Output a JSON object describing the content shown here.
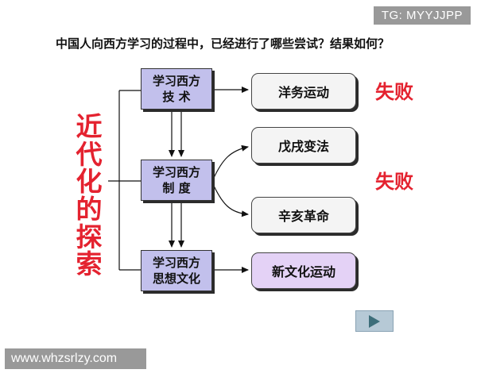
{
  "header": {
    "question": "中国人向西方学习的过程中，已经进行了哪些尝试？结果如何？"
  },
  "overlays": {
    "tg_badge": "TG: MYYJJPP",
    "watermark": "www.whzsrlzy.com"
  },
  "diagram": {
    "title_chars": [
      "近",
      "代",
      "化",
      "的",
      "探",
      "索"
    ],
    "left_boxes": [
      {
        "line1": "学习西方",
        "line2": "技 术"
      },
      {
        "line1": "学习西方",
        "line2": "制 度"
      },
      {
        "line1": "学习西方",
        "line2": "思想文化"
      }
    ],
    "right_boxes": [
      "洋务运动",
      "戊戌变法",
      "辛亥革命",
      "新文化运动"
    ],
    "results": [
      "失败",
      "失败"
    ]
  },
  "colors": {
    "title_red": "#e4222f",
    "left_box_fill": "#c2c0ec",
    "new_culture_fill": "#e4d2f6"
  },
  "controls": {
    "next_button_icon": "play-triangle-icon"
  }
}
